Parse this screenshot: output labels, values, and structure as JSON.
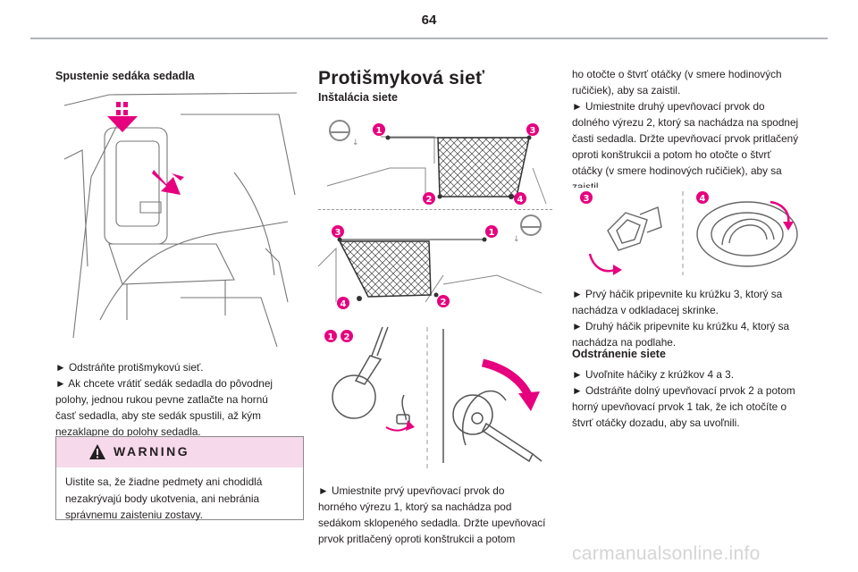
{
  "page": {
    "number": "64"
  },
  "left": {
    "heading": "Spustenie sedáka sedadla",
    "paragraphs": [
      "► Odstráňte protišmykovú sieť.",
      "► Ak chcete vrátiť sedák sedadla do pôvodnej",
      "polohy, jednou rukou pevne zatlačte na hornú",
      "časť sedadla, aby ste sedák spustili, až kým",
      "nezaklapne do polohy sedadla."
    ],
    "warning": {
      "label": "WARNING",
      "text_lines": [
        "Uistite sa, že žiadne pedmety ani chodidlá",
        "nezakrývajú body ukotvenia, ani nebránia",
        "správnemu zaisteniu zostavy."
      ]
    }
  },
  "middle": {
    "title": "Protišmyková sieť",
    "subheading": "Inštalácia siete",
    "figure_labels": {
      "n1": "1",
      "n2": "2",
      "n3": "3",
      "n4": "4"
    },
    "lines": [
      "► Umiestnite prvý upevňovací prvok do",
      "horného výrezu 1, ktorý sa nachádza pod",
      "sedákom sklopeného sedadla. Držte upevňovací",
      "prvok pritlačený oproti konštrukcii a potom"
    ]
  },
  "right": {
    "top_lines": [
      "ho otočte o štvrť otáčky (v smere hodinových",
      "ručičiek), aby sa zaistil.",
      "► Umiestnite druhý upevňovací prvok do",
      "dolného výrezu 2, ktorý sa nachádza na spodnej",
      "časti sedadla. Držte upevňovací prvok pritlačený",
      "oproti konštrukcii a potom ho otočte o štvrť",
      "otáčky (v smere hodinových ručičiek), aby sa",
      "zaistil."
    ],
    "hook_lines": [
      "► Prvý háčik pripevnite ku krúžku 3, ktorý sa",
      "nachádza v odkladacej skrinke.",
      "► Druhý háčik pripevnite ku krúžku 4, ktorý sa",
      "nachádza na podlahe."
    ],
    "removal_heading": "Odstránenie siete",
    "removal_lines": [
      "► Uvoľnite háčiky z krúžkov 4 a 3.",
      "► Odstráňte dolný upevňovací prvok 2 a potom",
      "horný upevňovací prvok 1 tak, že ich otočíte o",
      "štvrť otáčky dozadu, aby sa uvoľnili."
    ]
  },
  "footer": {
    "watermark": "carmanualsonline.info"
  },
  "colors": {
    "accent": "#e6007e",
    "warning_bg": "#f7d9ec",
    "rule": "#b0b3b8"
  }
}
